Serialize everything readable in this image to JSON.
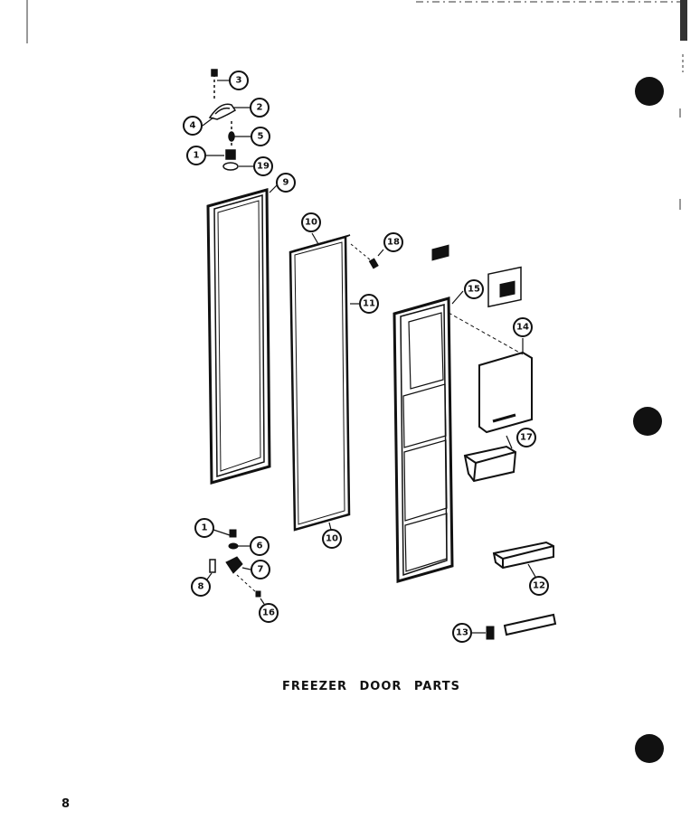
{
  "caption": "FREEZER DOOR PARTS",
  "page_number": "8",
  "callouts": {
    "c3": "3",
    "c2": "2",
    "c4": "4",
    "c5": "5",
    "c1a": "1",
    "c19": "19",
    "c9": "9",
    "c10a": "10",
    "c18": "18",
    "c11": "11",
    "c15": "15",
    "c14": "14",
    "c17": "17",
    "c1b": "1",
    "c6": "6",
    "c7": "7",
    "c8": "8",
    "c16": "16",
    "c10b": "10",
    "c12": "12",
    "c13": "13"
  },
  "colors": {
    "ink": "#111111",
    "paper": "#ffffff"
  }
}
